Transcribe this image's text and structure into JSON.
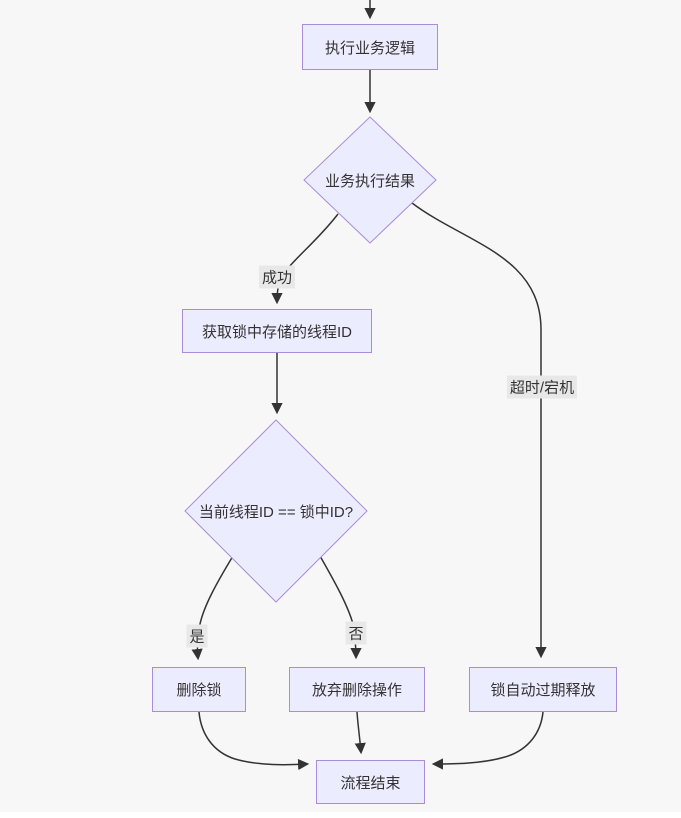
{
  "diagram": {
    "type": "flowchart",
    "colors": {
      "background": "#f7f7f8",
      "node_fill": "#ececff",
      "node_border": "#a98ddb",
      "edge_color": "#333333",
      "edge_label_bg": "#e8e8e8",
      "text": "#333333"
    },
    "nodes": {
      "execute_logic": "执行业务逻辑",
      "exec_result": "业务执行结果",
      "get_thread_id": "获取锁中存储的线程ID",
      "thread_check": "当前线程ID == 锁中ID?",
      "delete_lock": "删除锁",
      "abandon_delete": "放弃删除操作",
      "lock_expire": "锁自动过期释放",
      "process_end": "流程结束"
    },
    "edge_labels": {
      "success": "成功",
      "timeout": "超时/宕机",
      "yes": "是",
      "no": "否"
    },
    "edges": [
      {
        "from": "(top)",
        "to": "执行业务逻辑",
        "label": ""
      },
      {
        "from": "执行业务逻辑",
        "to": "业务执行结果",
        "label": ""
      },
      {
        "from": "业务执行结果",
        "to": "获取锁中存储的线程ID",
        "label": "成功"
      },
      {
        "from": "业务执行结果",
        "to": "锁自动过期释放",
        "label": "超时/宕机"
      },
      {
        "from": "获取锁中存储的线程ID",
        "to": "当前线程ID == 锁中ID?",
        "label": ""
      },
      {
        "from": "当前线程ID == 锁中ID?",
        "to": "删除锁",
        "label": "是"
      },
      {
        "from": "当前线程ID == 锁中ID?",
        "to": "放弃删除操作",
        "label": "否"
      },
      {
        "from": "删除锁",
        "to": "流程结束",
        "label": ""
      },
      {
        "from": "放弃删除操作",
        "to": "流程结束",
        "label": ""
      },
      {
        "from": "锁自动过期释放",
        "to": "流程结束",
        "label": ""
      }
    ]
  }
}
